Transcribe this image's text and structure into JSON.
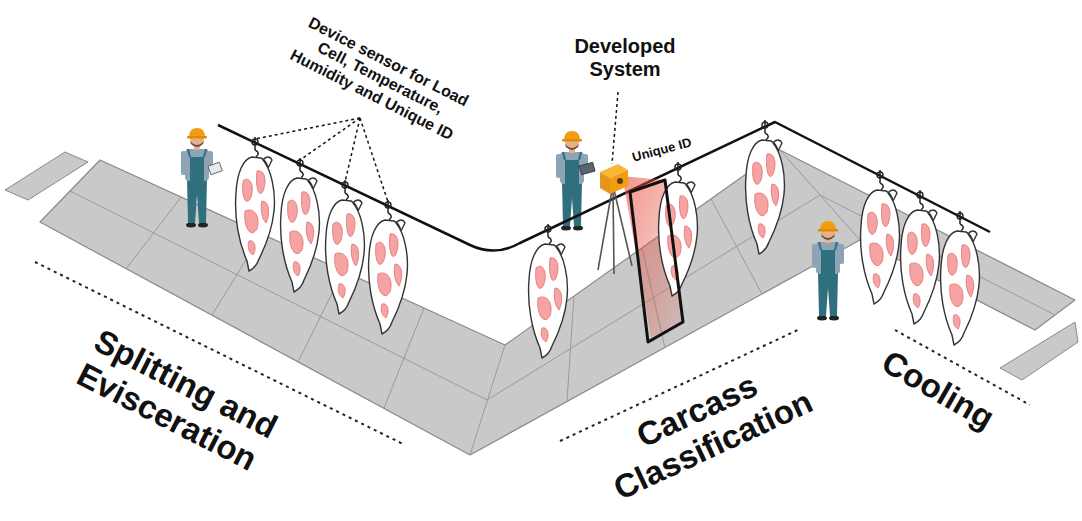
{
  "diagram": {
    "labels": [
      "Device sensor for Load Cell, Temperature, Humidity and Unique ID",
      "Developed System",
      "Unique ID",
      "Splitting and Evisceration",
      "Carcass Classification",
      "Cooling"
    ]
  }
}
